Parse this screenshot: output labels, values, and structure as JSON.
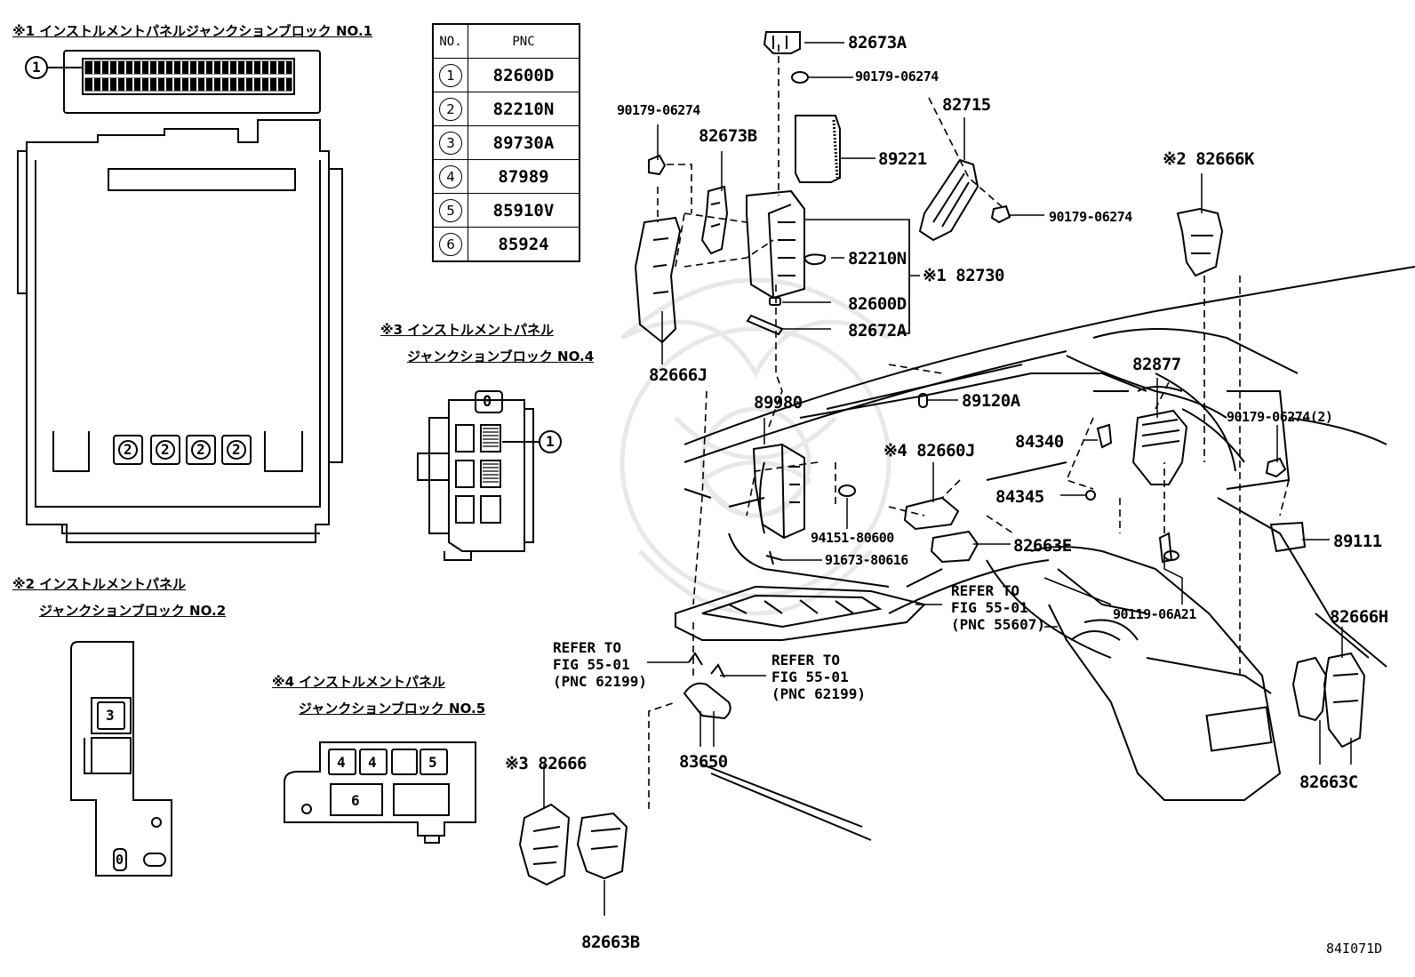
{
  "captions": {
    "jb1": "※1 インストルメントパネルジャンクションブロック NO.1",
    "jb2_line1": "※2 インストルメントパネル",
    "jb2_line2": "ジャンクションブロック NO.2",
    "jb3_line1": "※3 インストルメントパネル",
    "jb3_line2": "ジャンクションブロック NO.4",
    "jb4_line1": "※4 インストルメントパネル",
    "jb4_line2": "ジャンクションブロック NO.5"
  },
  "table": {
    "header_no": "NO.",
    "header_pnc": "PNC",
    "rows": [
      {
        "no": "1",
        "pnc": "82600D"
      },
      {
        "no": "2",
        "pnc": "82210N"
      },
      {
        "no": "3",
        "pnc": "89730A"
      },
      {
        "no": "4",
        "pnc": "87989"
      },
      {
        "no": "5",
        "pnc": "85910V"
      },
      {
        "no": "6",
        "pnc": "85924"
      }
    ]
  },
  "box_markers": {
    "jb1_m1": "1",
    "jb1_m2a": "2",
    "jb1_m2b": "2",
    "jb1_m2c": "2",
    "jb1_m2d": "2",
    "jb4_m1": "1",
    "jb4_top": "0",
    "jb2_m3": "3",
    "jb2_o": "0",
    "jb5_m4a": "4",
    "jb5_m4b": "4",
    "jb5_m5": "5",
    "jb5_m6": "6"
  },
  "labels": {
    "p82673A": "82673A",
    "p90179_top": "90179-06274",
    "p90179_left": "90179-06274",
    "p82673B": "82673B",
    "p89221": "89221",
    "p82715": "82715",
    "p90179_right": "90179-06274",
    "p82666K": "※2 82666K",
    "p82210N": "82210N",
    "p82730": "※1 82730",
    "p82600D": "82600D",
    "p82672A": "82672A",
    "p82666J": "82666J",
    "p89980": "89980",
    "p89120A": "89120A",
    "p82877": "82877",
    "p90179_2": "90179-06274(2)",
    "p84340": "84340",
    "p82660J": "※4 82660J",
    "p84345": "84345",
    "p94151": "94151-80600",
    "p91673": "91673-80616",
    "p82663E": "82663E",
    "p89111": "89111",
    "p90119": "90119-06A21",
    "p82666H": "82666H",
    "p83650": "83650",
    "p82666": "※3 82666",
    "p82663B": "82663B",
    "p82663C": "82663C"
  },
  "refers": {
    "ref_55607": "REFER TO\nFIG 55-01\n(PNC 55607)",
    "ref_62199_left": "REFER TO\nFIG 55-01\n(PNC 62199)",
    "ref_62199_right": "REFER TO\nFIG 55-01\n(PNC 62199)"
  },
  "figure_code": "84I071D"
}
